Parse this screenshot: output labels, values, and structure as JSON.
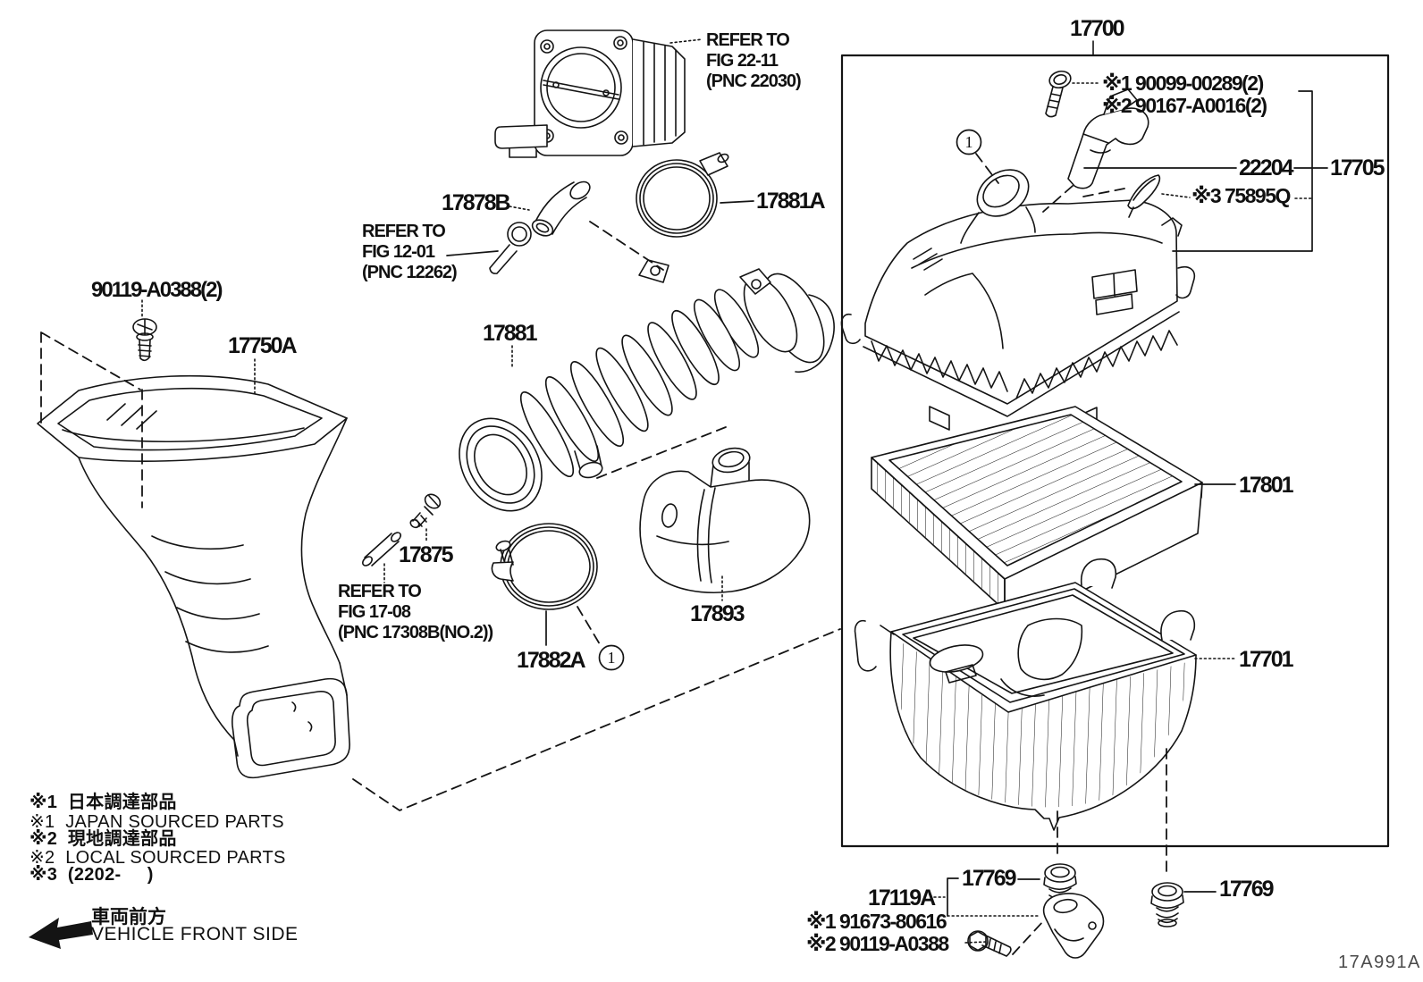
{
  "figure": {
    "code": "17A991A",
    "assembly_number": "17700",
    "callout": "1"
  },
  "labels": {
    "l17878B": "17878B",
    "l17881A": "17881A",
    "l17881": "17881",
    "l17875": "17875",
    "l17882A": "17882A",
    "l17893": "17893",
    "l17750A": "17750A",
    "l90119A0388": "90119-A0388(2)",
    "l22204": "22204",
    "l17705": "17705",
    "l17801": "17801",
    "l17701": "17701",
    "l17769_left": "17769",
    "l17769_right": "17769",
    "l17119A": "17119A"
  },
  "notes": {
    "n90099": "※1 90099-00289(2)",
    "n90167": "※2 90167-A0016(2)",
    "n75895Q": "※3 75895Q",
    "n91673": "※1 91673-80616",
    "n90119b": "※2 90119-A0388"
  },
  "references": {
    "fig2211": {
      "l1": "REFER TO",
      "l2": "FIG 22-11",
      "l3": "(PNC 22030)"
    },
    "fig1201": {
      "l1": "REFER TO",
      "l2": "FIG 12-01",
      "l3": "(PNC 12262)"
    },
    "fig1708": {
      "l1": "REFER TO",
      "l2": "FIG 17-08",
      "l3": "(PNC 17308B(NO.2))"
    }
  },
  "legend": {
    "r1": "※1  日本調達部品",
    "r2": "※1  JAPAN SOURCED PARTS",
    "r3": "※2  現地調達部品",
    "r4": "※2  LOCAL SOURCED PARTS",
    "r5": "※3  (2202-     )"
  },
  "orientation": {
    "jp": "車両前方",
    "en": "VEHICLE FRONT SIDE"
  }
}
